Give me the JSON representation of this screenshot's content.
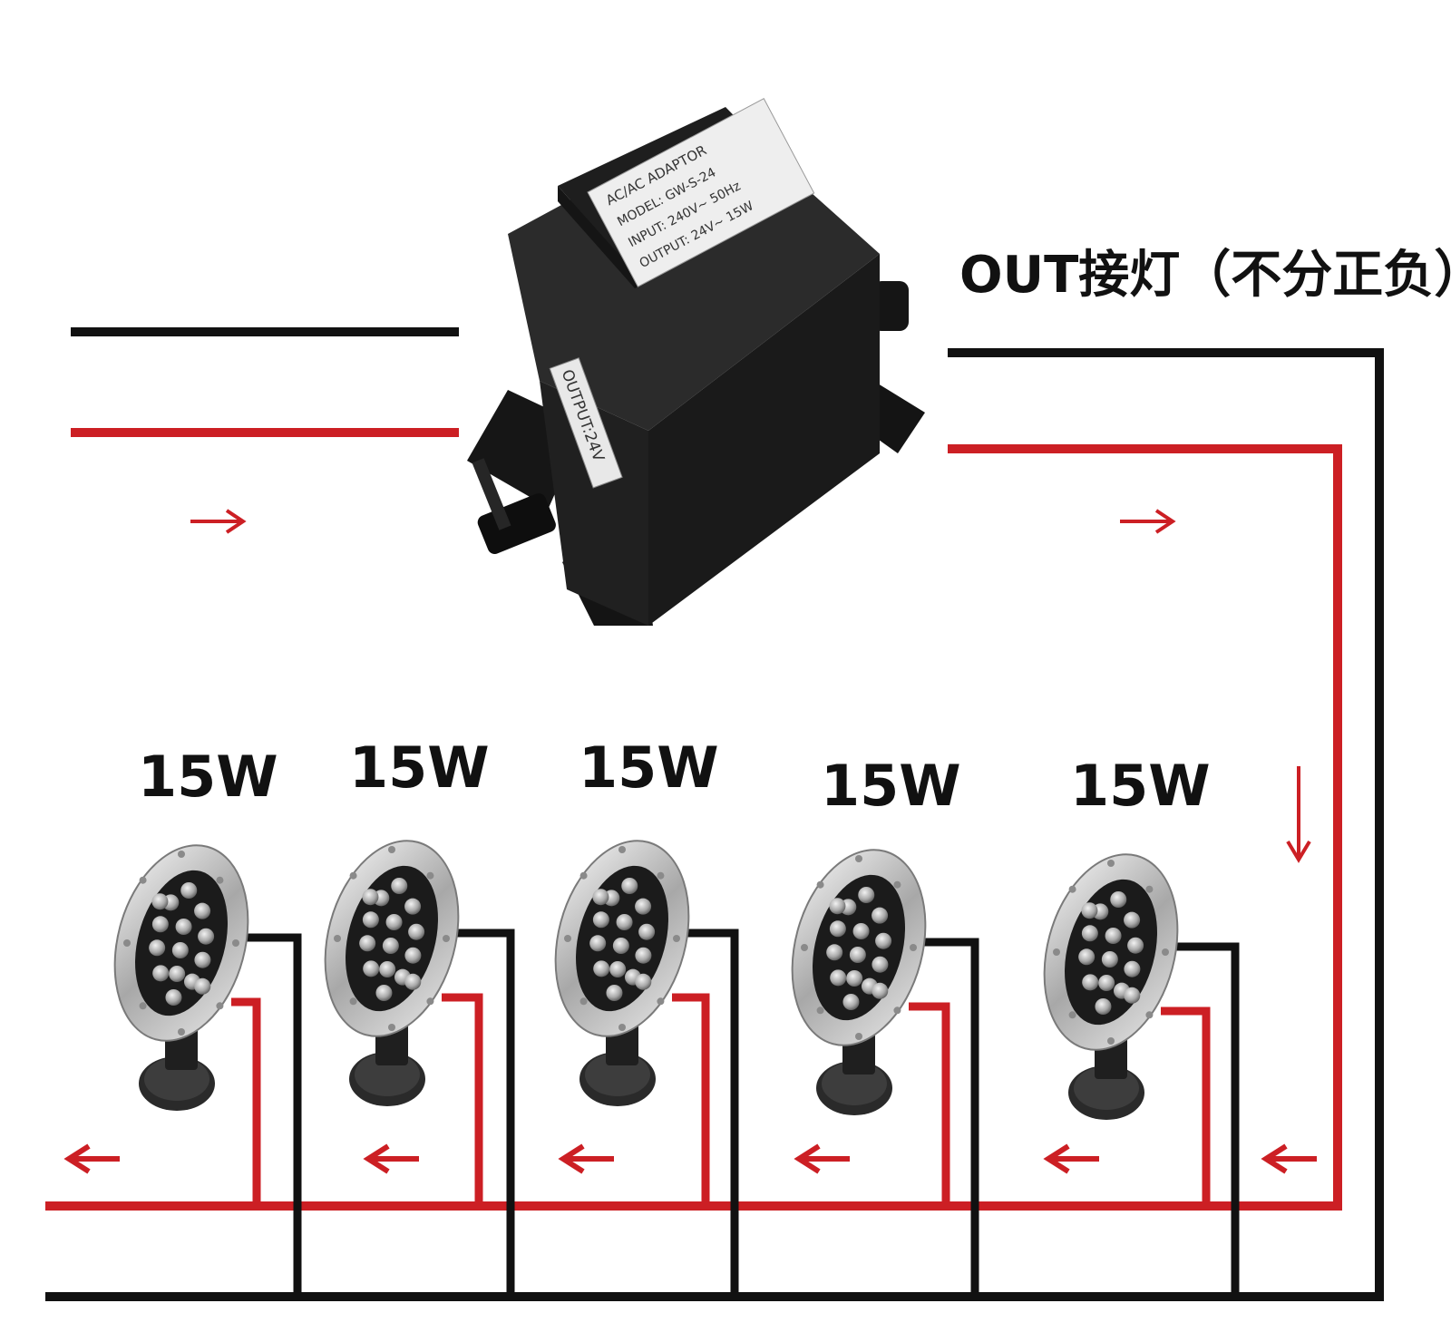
{
  "output_label": "OUT接灯（不分正负）",
  "transformer": {
    "label_lines": [
      "AC/AC ADAPTOR",
      "MODEL: GW-S-24",
      "INPUT: 240V~ 50Hz",
      "OUTPUT: 24V~ 15W"
    ],
    "side_label": "OUTPUT:24V"
  },
  "lamps": [
    {
      "label": "15W"
    },
    {
      "label": "15W"
    },
    {
      "label": "15W"
    },
    {
      "label": "15W"
    },
    {
      "label": "15W"
    }
  ],
  "colors": {
    "red_wire": "#cc1f24",
    "black_wire": "#111111",
    "arrow": "#cc1f24",
    "transformer_body": "#1c1c1c",
    "lamp_ring": "#c9c9c9",
    "lamp_led": "#bdbdbd"
  },
  "icons": {
    "arrow_right": "arrow-right-icon",
    "arrow_left": "arrow-left-icon",
    "arrow_down": "arrow-down-icon"
  }
}
